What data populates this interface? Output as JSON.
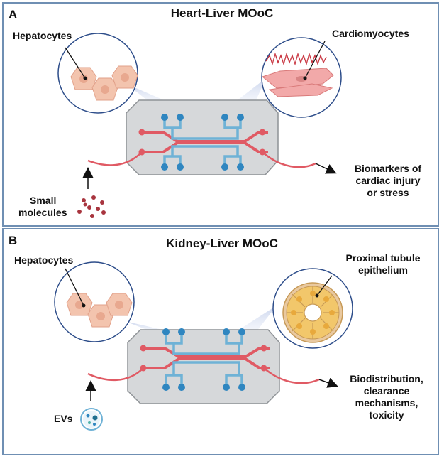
{
  "panel_a": {
    "letter": "A",
    "title": "Heart-Liver MOoC",
    "left_label": "Hepatocytes",
    "right_label": "Cardiomyocytes",
    "input_label_line1": "Small",
    "input_label_line2": "molecules",
    "output_line1": "Biomarkers of",
    "output_line2": "cardiac injury",
    "output_line3": "or stress"
  },
  "panel_b": {
    "letter": "B",
    "title": "Kidney-Liver MOoC",
    "left_label": "Hepatocytes",
    "right_label_line1": "Proximal tubule",
    "right_label_line2": "epithelium",
    "input_label": "EVs",
    "output_line1": "Biodistribution,",
    "output_line2": "clearance",
    "output_line3": "mechanisms,",
    "output_line4": "toxicity"
  },
  "colors": {
    "frame": "#6f8fb3",
    "chip_fill": "#d6d8da",
    "red_channel": "#e05a64",
    "blue_channel": "#6fb2d6",
    "blue_port": "#2f86c0",
    "hepatocyte": "#f3c4ae",
    "cardio": "#f2a9a9",
    "tubule": "#f2c76b"
  }
}
